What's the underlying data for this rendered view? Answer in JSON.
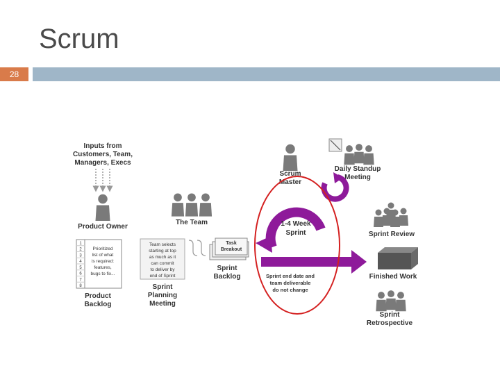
{
  "slide": {
    "title": "Scrum",
    "page_number": "28"
  },
  "diagram": {
    "inputs": [
      "Inputs from",
      "Customers, Team,",
      "Managers, Execs"
    ],
    "product_owner": "Product Owner",
    "the_team": "The Team",
    "scrum_master": [
      "Scrum",
      "Master"
    ],
    "daily_standup": [
      "Daily Standup",
      "Meeting"
    ],
    "backlog_numbers": [
      "1",
      "2",
      "3",
      "4",
      "5",
      "6",
      "7",
      "8"
    ],
    "backlog_note": [
      "Prioritized",
      "list of what",
      "is required:",
      "features,",
      "bugs to fix..."
    ],
    "product_backlog": [
      "Product",
      "Backlog"
    ],
    "team_note": [
      "Team selects",
      "starting at top",
      "as much as it",
      "can commit",
      "to deliver by",
      "end of Sprint"
    ],
    "sprint_planning": [
      "Sprint",
      "Planning",
      "Meeting"
    ],
    "task_breakout": [
      "Task",
      "Breakout"
    ],
    "sprint_backlog": [
      "Sprint",
      "Backlog"
    ],
    "sprint_cycle": [
      "1-4 Week",
      "Sprint"
    ],
    "sprint_note": [
      "Sprint end date and",
      "team deliverable",
      "do not change"
    ],
    "sprint_review": "Sprint Review",
    "finished_work": "Finished Work",
    "sprint_retro": [
      "Sprint",
      "Retrospective"
    ],
    "colors": {
      "purple": "#8e1a9a",
      "person_gray": "#7a7a7a",
      "highlight_red": "#d42020",
      "accent_orange": "#d97b4a",
      "bar_blue": "#9fb6c8"
    }
  }
}
